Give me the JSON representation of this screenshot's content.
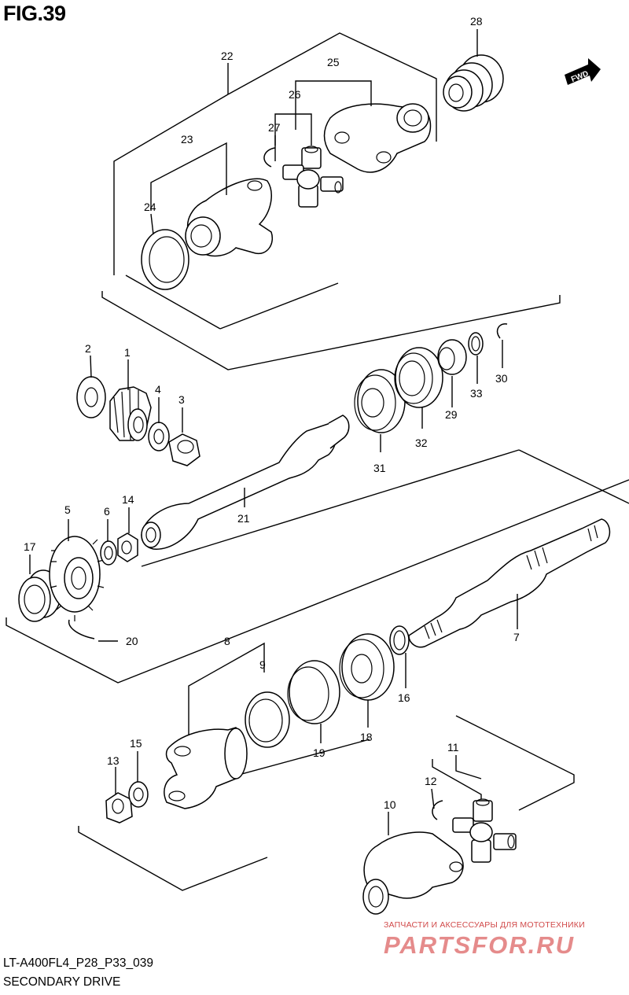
{
  "figure": {
    "title": "FIG.39",
    "model_code": "LT-A400FL4_P28_P33_039",
    "section_name": "SECONDARY DRIVE"
  },
  "direction_badge": {
    "label": "FWD"
  },
  "watermark": {
    "tagline": "ЗАПЧАСТИ И АКСЕССУАРЫ ДЛЯ МОТОТЕХНИКИ",
    "brand": "PARTSFOR.RU"
  },
  "callouts": [
    "1",
    "2",
    "3",
    "4",
    "5",
    "6",
    "7",
    "8",
    "9",
    "10",
    "11",
    "12",
    "13",
    "14",
    "15",
    "16",
    "17",
    "18",
    "19",
    "20",
    "21",
    "22",
    "23",
    "24",
    "25",
    "26",
    "27",
    "28",
    "29",
    "30",
    "31",
    "32",
    "33"
  ]
}
